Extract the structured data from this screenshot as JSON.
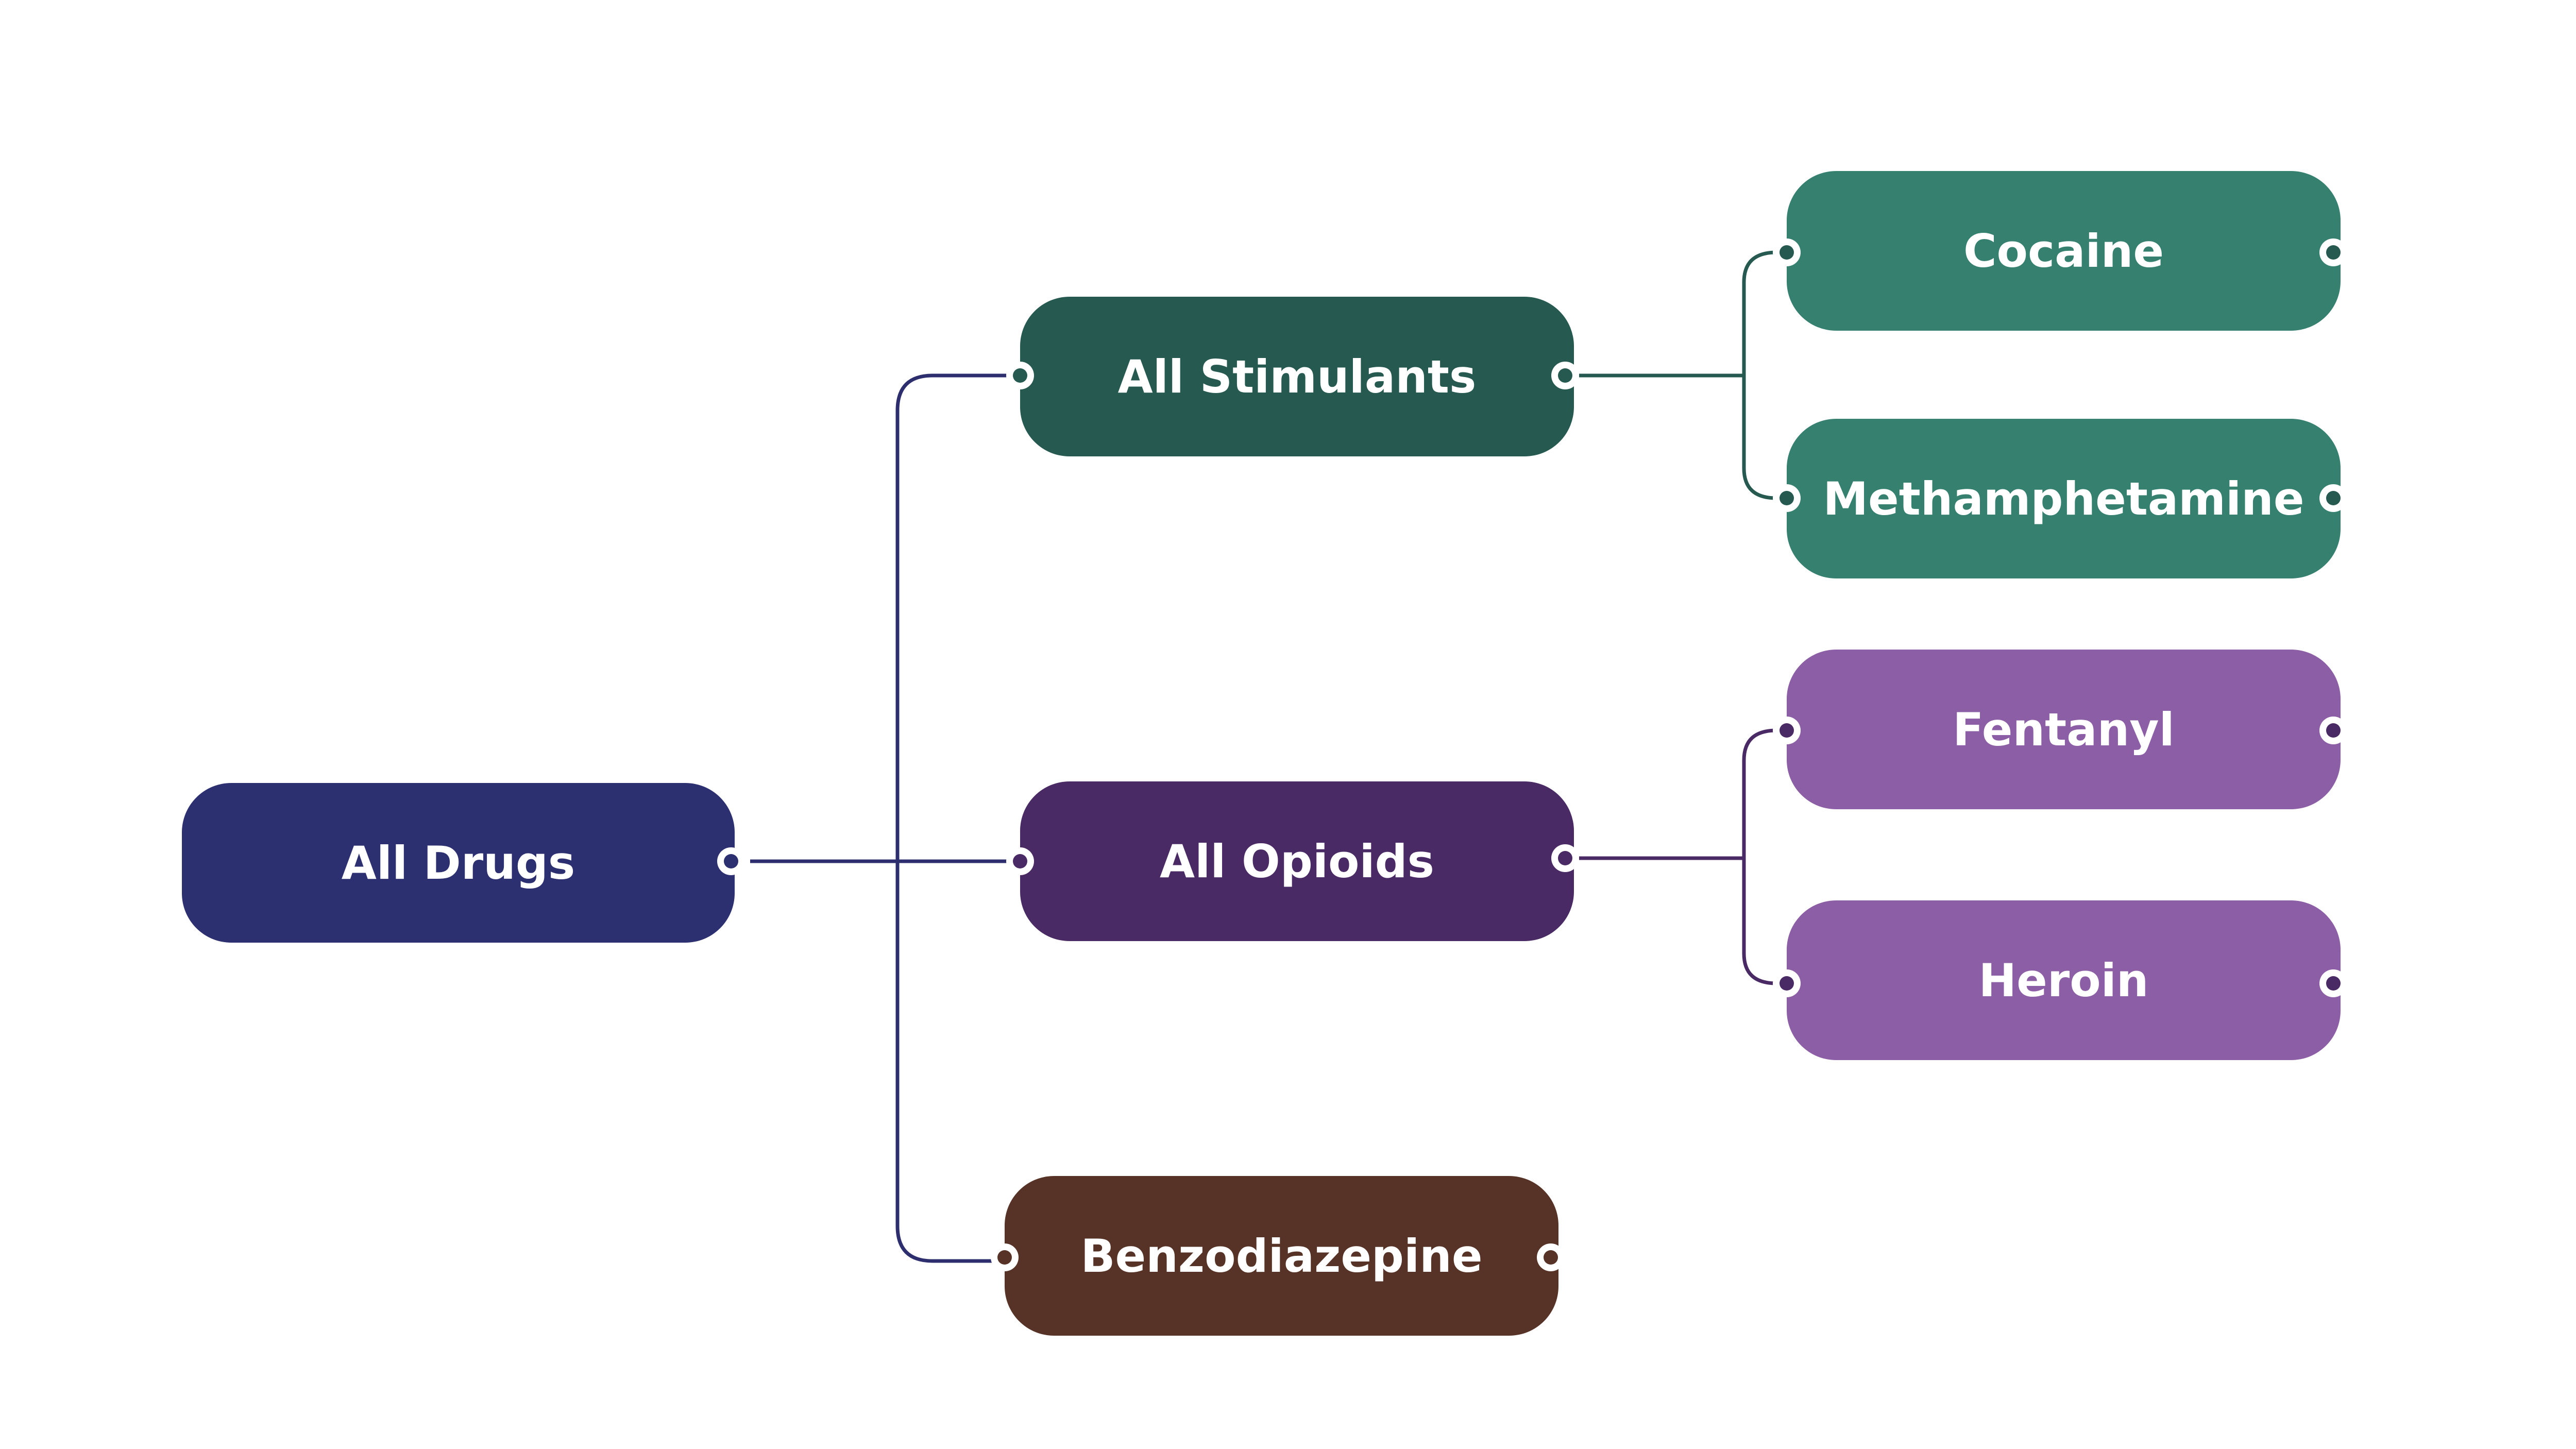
{
  "colors": {
    "drugs": "#2d3070",
    "stimulants": "#265a50",
    "stimulant_child": "#368070",
    "opioids": "#4a2a64",
    "opioid_child": "#8c5ea6",
    "benzo": "#563326",
    "line_main": "#2d2e6e",
    "line_stimulants": "#265a50",
    "line_opioids": "#4a2a64"
  },
  "nodes": {
    "all_drugs": "All Drugs",
    "all_stimulants": "All Stimulants",
    "all_opioids": "All Opioids",
    "benzodiazepine": "Benzodiazepine",
    "cocaine": "Cocaine",
    "methamphetamine": "Methamphetamine",
    "fentanyl": "Fentanyl",
    "heroin": "Heroin"
  }
}
